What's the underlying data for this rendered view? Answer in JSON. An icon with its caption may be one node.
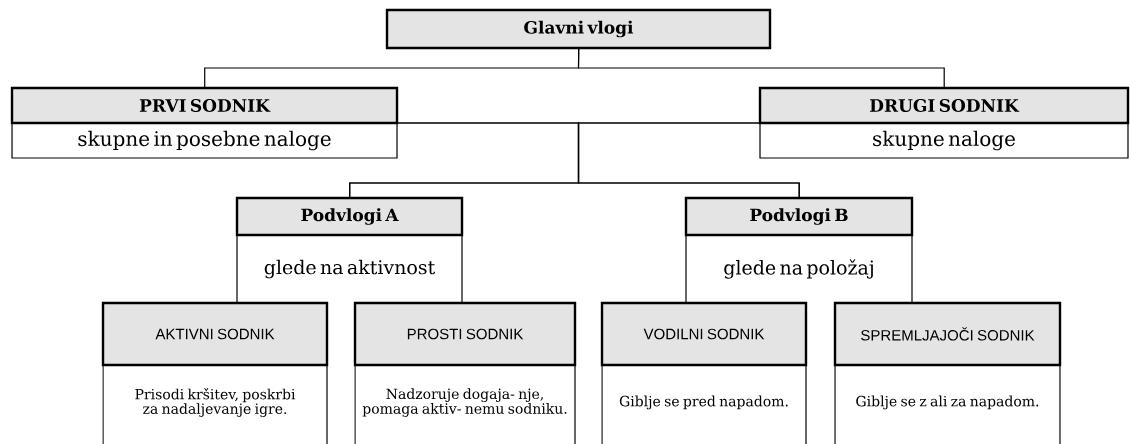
{
  "diagram": {
    "nodes": [
      {
        "text": [
          "Glavni vlogi"
        ]
      },
      {
        "text": [
          "PRVI SODNIK",
          "skupne in posebne naloge"
        ]
      },
      {
        "text": [
          "DRUGI SODNIK",
          "skupne naloge"
        ]
      },
      {
        "text": [
          "Podvlogi A",
          "glede na aktivnost"
        ]
      },
      {
        "text": [
          "Podvlogi B",
          "glede na položaj"
        ]
      },
      {
        "text": [
          "AKTIVNI SODNIK",
          "Prisodi kršitev, poskrbi za nadaljevanje igre."
        ]
      },
      {
        "text": [
          "PROSTI SODNIK",
          "Nadzoruje dogaja- nje, pomaga aktiv- nemu sodniku."
        ]
      },
      {
        "text": [
          "VODILNI SODNIK",
          "Giblje se pred napadom."
        ]
      },
      {
        "text": [
          "SPREMLJAJOČI SODNIK",
          "Giblje se z ali za napadom."
        ]
      }
    ],
    "edges": [
      {
        "from": 0,
        "to": 1,
        "arrow": "none"
      },
      {
        "from": 0,
        "to": 2,
        "arrow": "none"
      },
      {
        "from": 1,
        "to": 3,
        "arrow": "none"
      },
      {
        "from": 1,
        "to": 4,
        "arrow": "none"
      },
      {
        "from": 2,
        "to": 3,
        "arrow": "none"
      },
      {
        "from": 2,
        "to": 4,
        "arrow": "none"
      }
    ]
  }
}
